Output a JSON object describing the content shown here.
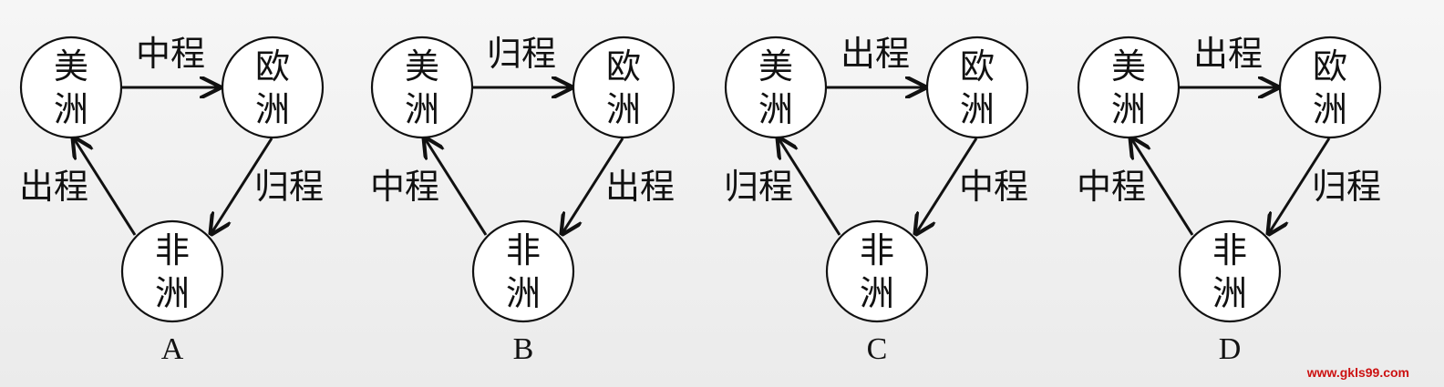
{
  "nodes": {
    "america": [
      "美",
      "洲"
    ],
    "europe": [
      "欧",
      "洲"
    ],
    "africa": [
      "非",
      "洲"
    ]
  },
  "options": [
    {
      "label": "A",
      "edges": {
        "america_to_europe": "中程",
        "europe_to_africa": "归程",
        "africa_to_america": "出程"
      }
    },
    {
      "label": "B",
      "edges": {
        "america_to_europe": "归程",
        "europe_to_africa": "出程",
        "africa_to_america": "中程"
      }
    },
    {
      "label": "C",
      "edges": {
        "america_to_europe": "出程",
        "europe_to_africa": "中程",
        "africa_to_america": "归程"
      }
    },
    {
      "label": "D",
      "edges": {
        "america_to_europe": "出程",
        "europe_to_africa": "归程",
        "africa_to_america": "中程"
      }
    }
  ],
  "watermark": {
    "text": "www.gkls99.com",
    "color": "#cc1111"
  }
}
